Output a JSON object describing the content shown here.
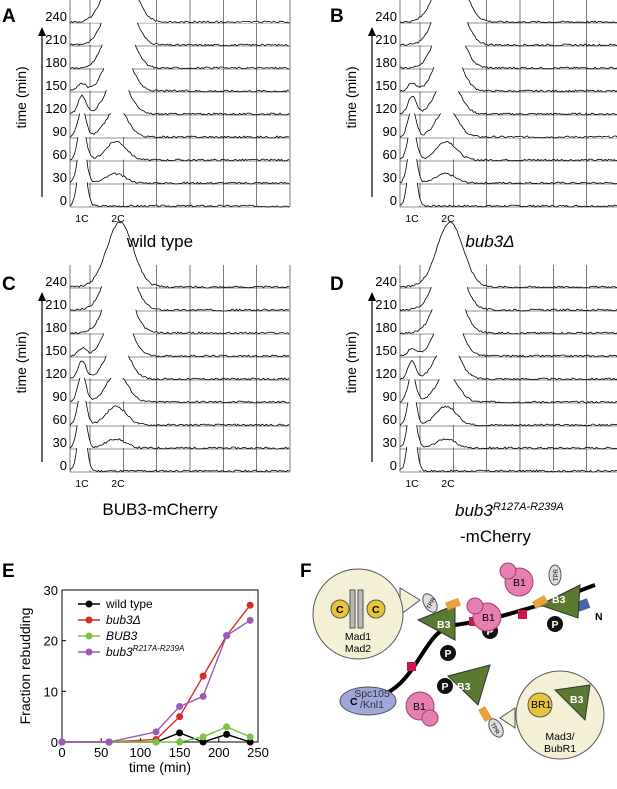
{
  "panels": {
    "A": {
      "letter": "A",
      "caption": "wild type"
    },
    "B": {
      "letter": "B",
      "caption": "bub3Δ"
    },
    "C": {
      "letter": "C",
      "caption": "BUB3-mCherry"
    },
    "D": {
      "letter": "D",
      "caption_line1": "bub3",
      "caption_sup": "R127A-R239A",
      "caption_line2": "-mCherry"
    },
    "E": {
      "letter": "E"
    },
    "F": {
      "letter": "F"
    }
  },
  "flow": {
    "ylabel": "time (min)",
    "time_ticks": [
      "240",
      "210",
      "180",
      "150",
      "120",
      "90",
      "60",
      "30",
      "0"
    ],
    "x_labels": [
      "1C",
      "2C"
    ]
  },
  "chart_data": {
    "type": "line",
    "xlabel": "time (min)",
    "ylabel": "Fraction rebudding",
    "xlim": [
      0,
      250
    ],
    "ylim": [
      0,
      30
    ],
    "xticks": [
      "0",
      "50",
      "100",
      "150",
      "200",
      "250"
    ],
    "yticks": [
      "0",
      "10",
      "20",
      "30"
    ],
    "legend_position": "top-left",
    "series": [
      {
        "name": "wild type",
        "color": "#000000",
        "x": [
          0,
          60,
          120,
          150,
          180,
          210,
          240
        ],
        "y": [
          0,
          0,
          0,
          1.8,
          0,
          1.5,
          0
        ]
      },
      {
        "name": "bub3Δ",
        "color": "#d62b26",
        "x": [
          0,
          60,
          120,
          150,
          180,
          210,
          240
        ],
        "y": [
          0,
          0,
          0.5,
          5,
          13,
          21,
          27
        ]
      },
      {
        "name": "BUB3",
        "color": "#7dc242",
        "x": [
          0,
          60,
          120,
          150,
          180,
          210,
          240
        ],
        "y": [
          0,
          0,
          0,
          0,
          1,
          3,
          1
        ]
      },
      {
        "name": "bub3",
        "name_sup": "R217A-R239A",
        "color": "#9a5cb4",
        "x": [
          0,
          60,
          120,
          150,
          180,
          210,
          240
        ],
        "y": [
          0,
          0,
          2,
          7,
          9,
          21,
          24
        ]
      }
    ]
  },
  "diagram": {
    "tpr": "TPR",
    "b1": "B1",
    "b3": "B3",
    "p": "P",
    "c": "C",
    "n": "N",
    "mad1": "Mad1",
    "mad2": "Mad2",
    "spc105_1": "Spc105",
    "spc105_2": "/Knl1",
    "br1": "BR1",
    "mad3_1": "Mad3/",
    "mad3_2": "BubR1",
    "colors": {
      "b1": "#e57fb1",
      "b3": "#5a7a32",
      "tpr_box": "#e8a23a",
      "p_dot": "#111111",
      "red_box": "#c8174a",
      "blue_box": "#4964a8",
      "yellow": "#e8c43a",
      "spc105": "#9fa6d9"
    }
  }
}
